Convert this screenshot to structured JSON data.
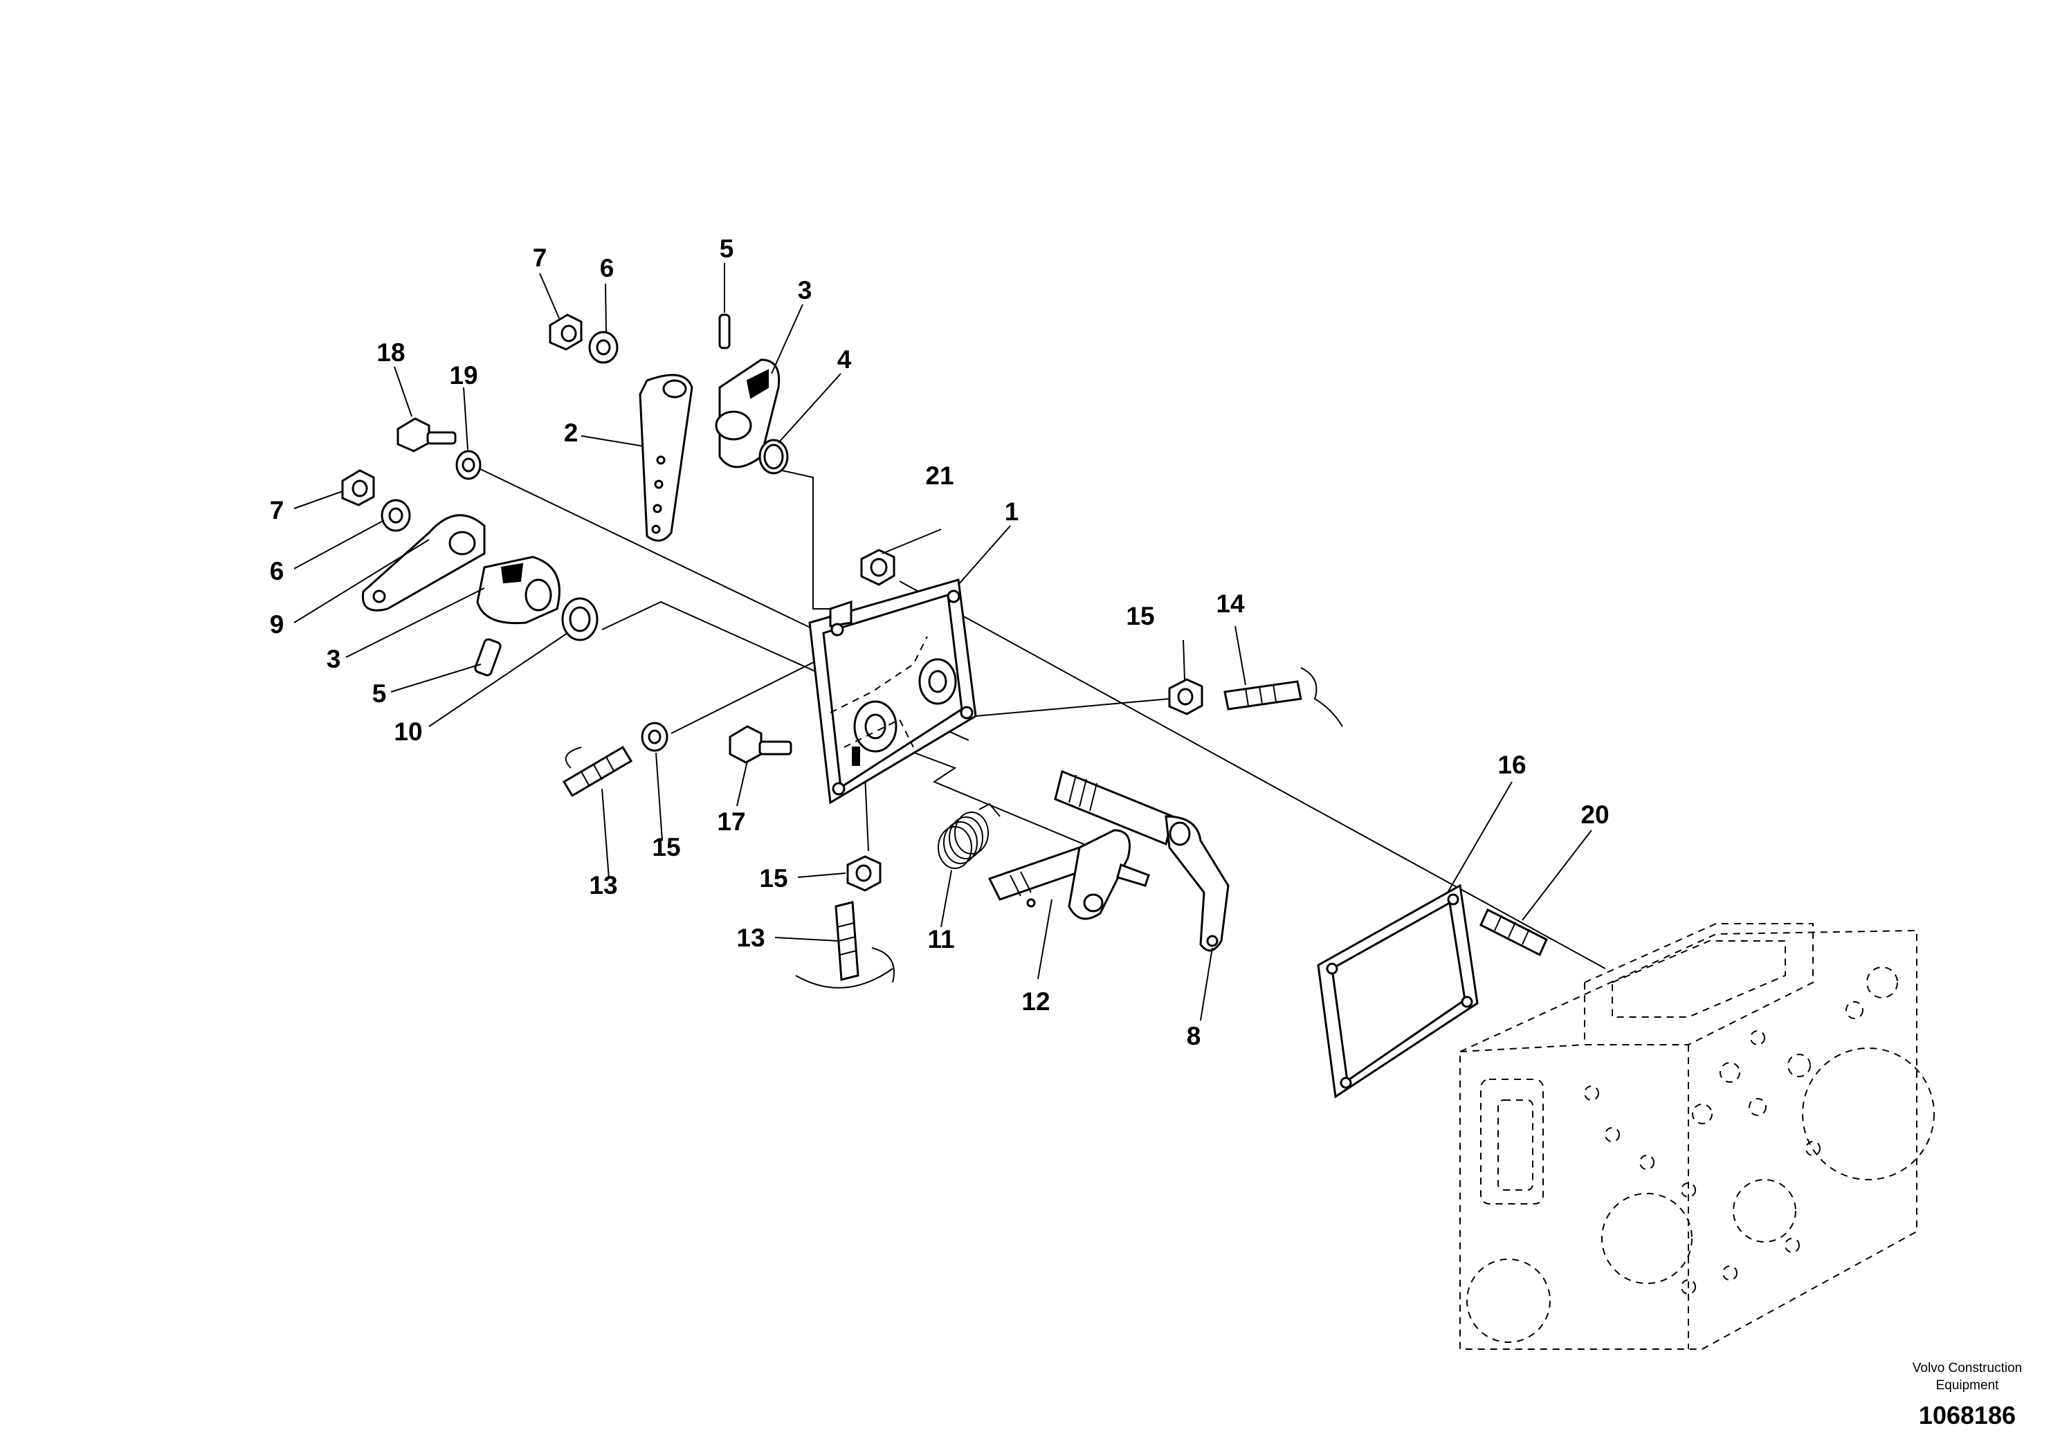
{
  "diagram": {
    "callouts": {
      "c1": "1",
      "c2": "2",
      "c3a": "3",
      "c3b": "3",
      "c4": "4",
      "c5a": "5",
      "c5b": "5",
      "c6a": "6",
      "c6b": "6",
      "c7a": "7",
      "c7b": "7",
      "c8": "8",
      "c9": "9",
      "c10": "10",
      "c11": "11",
      "c12": "12",
      "c13a": "13",
      "c13b": "13",
      "c14": "14",
      "c15a": "15",
      "c15b": "15",
      "c15c": "15",
      "c16": "16",
      "c17": "17",
      "c18": "18",
      "c19": "19",
      "c20": "20",
      "c21": "21"
    }
  },
  "footer": {
    "brand_line1": "Volvo Construction",
    "brand_line2": "Equipment",
    "doc_number": "1068186"
  }
}
